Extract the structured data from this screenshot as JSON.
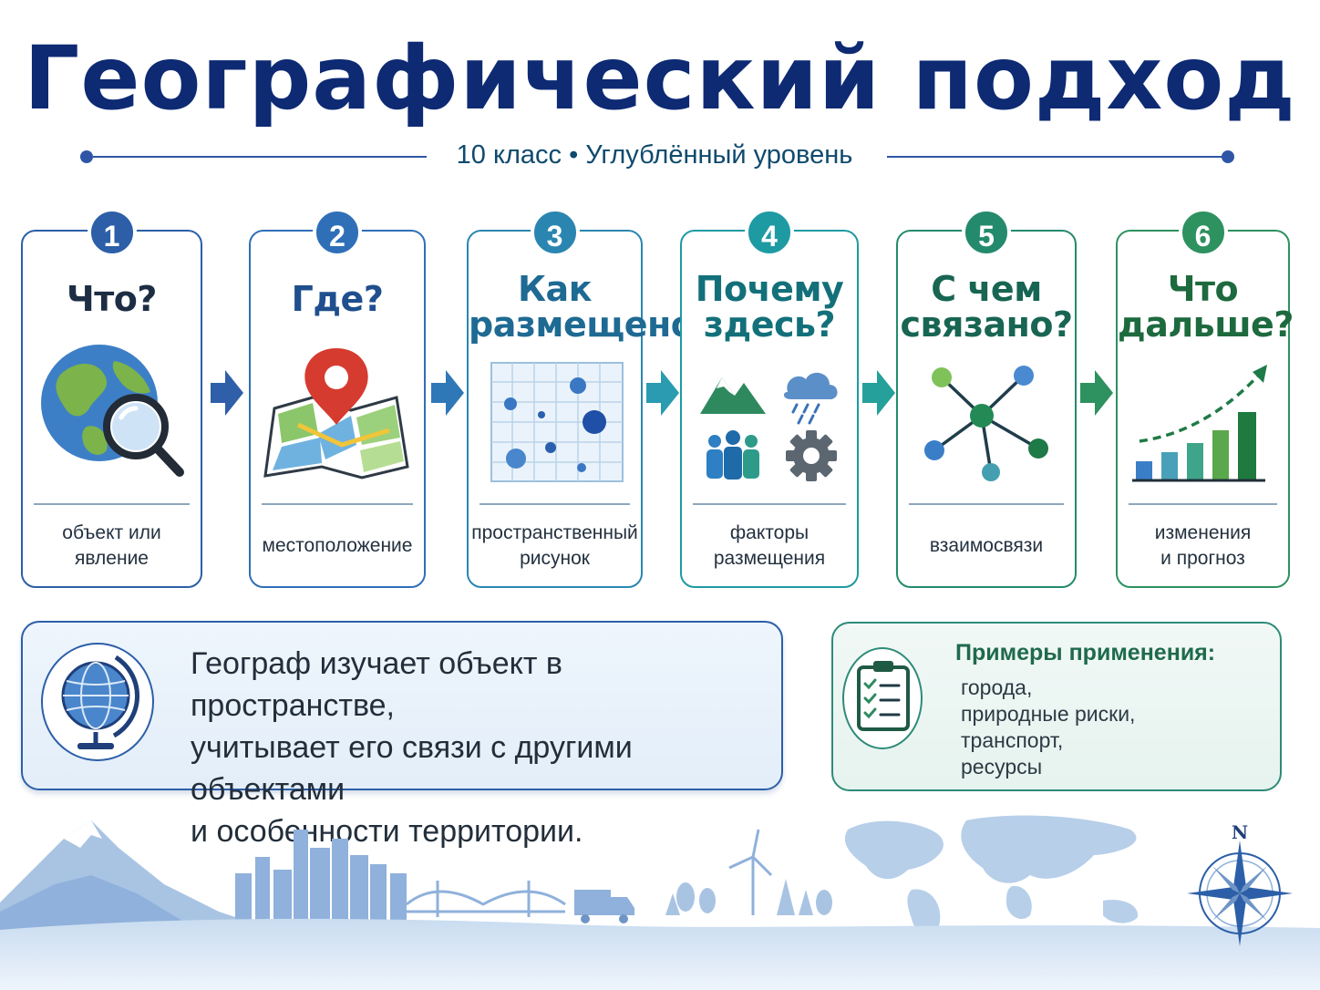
{
  "title": "Географический подход",
  "subtitle": "10 класс  •  Углублённый уровень",
  "colors": {
    "navy": "#0d2a73",
    "step1": "#2c5fa8",
    "step2": "#2f6fb8",
    "step3": "#2a86b0",
    "step4": "#1e9aa3",
    "step5": "#248a6d",
    "step6": "#2e9160"
  },
  "steps": [
    {
      "number": "1",
      "title": [
        "Что?"
      ],
      "description": "объект или\nявление",
      "icon": "globe-magnifier-icon"
    },
    {
      "number": "2",
      "title": [
        "Где?"
      ],
      "description": "местоположение",
      "icon": "map-pin-icon"
    },
    {
      "number": "3",
      "title": [
        "Как",
        "размещено?"
      ],
      "description": "пространственный\nрисунок",
      "icon": "dot-grid-icon"
    },
    {
      "number": "4",
      "title": [
        "Почему",
        "здесь?"
      ],
      "description": "факторы\nразмещения",
      "icon": "factors-icon"
    },
    {
      "number": "5",
      "title": [
        "С чем",
        "связано?"
      ],
      "description": "взаимосвязи",
      "icon": "network-icon"
    },
    {
      "number": "6",
      "title": [
        "Что",
        "дальше?"
      ],
      "description": "изменения\nи прогноз",
      "icon": "growth-chart-icon"
    }
  ],
  "info": {
    "text": "Географ изучает объект в пространстве,\nучитывает его связи с другими объектами\nи особенности территории.",
    "icon": "desk-globe-icon"
  },
  "examples": {
    "title": "Примеры применения:",
    "items": [
      "города,",
      "природные риски,",
      "транспорт,",
      "ресурсы"
    ],
    "icon": "clipboard-checklist-icon"
  },
  "compass": {
    "label": "N"
  }
}
